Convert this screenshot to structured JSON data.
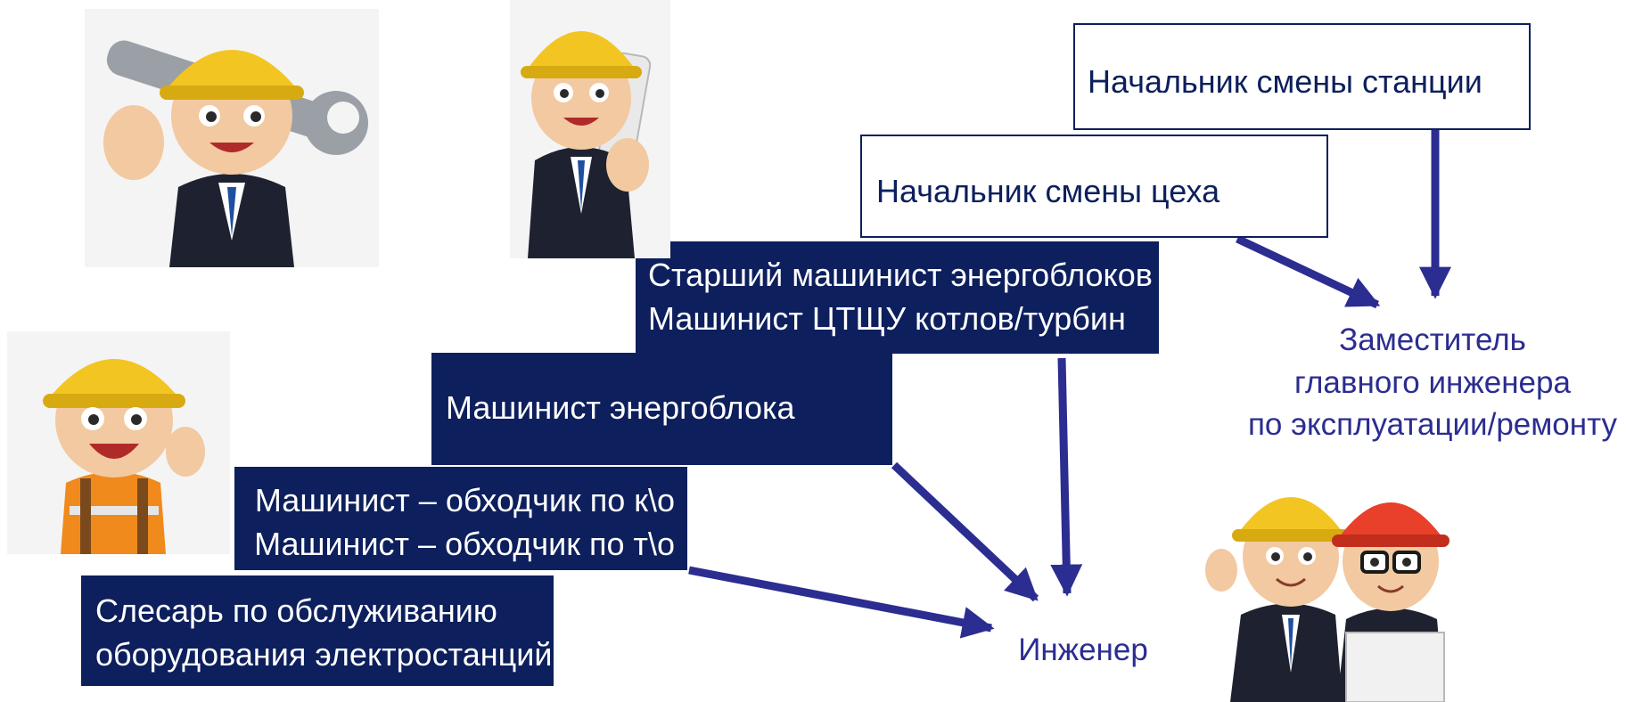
{
  "colors": {
    "box_fill": "#0d1f5c",
    "arrow": "#2b2d91",
    "label_text": "#2b2d91",
    "helmet_yellow": "#f2c522",
    "helmet_red": "#e8402a"
  },
  "boxes": {
    "station_shift_head": {
      "lines": [
        "Начальник смены станции"
      ]
    },
    "shop_shift_head": {
      "lines": [
        "Начальник смены цеха"
      ]
    },
    "senior_operator": {
      "lines": [
        "Старший машинист энергоблоков",
        "Машинист ЦТЩУ котлов/турбин"
      ]
    },
    "unit_operator": {
      "lines": [
        "Машинист энергоблока"
      ]
    },
    "patrol_operator": {
      "lines": [
        "Машинист – обходчик по к\\о",
        "Машинист – обходчик по т\\о"
      ]
    },
    "fitter": {
      "lines": [
        "Слесарь по обслуживанию",
        "оборудования электростанций"
      ]
    }
  },
  "targets": {
    "deputy_chief_engineer": {
      "lines": [
        "Заместитель",
        "главного инженера",
        "по эксплуатации/ремонту"
      ]
    },
    "engineer": {
      "lines": [
        "Инженер"
      ]
    }
  },
  "illustrations": [
    {
      "name": "worker-with-wrench",
      "helmet": "yellow"
    },
    {
      "name": "engineer-with-blueprints",
      "helmet": "yellow"
    },
    {
      "name": "waving-worker",
      "helmet": "yellow"
    },
    {
      "name": "two-engineers",
      "helmet": "yellow and red"
    }
  ]
}
